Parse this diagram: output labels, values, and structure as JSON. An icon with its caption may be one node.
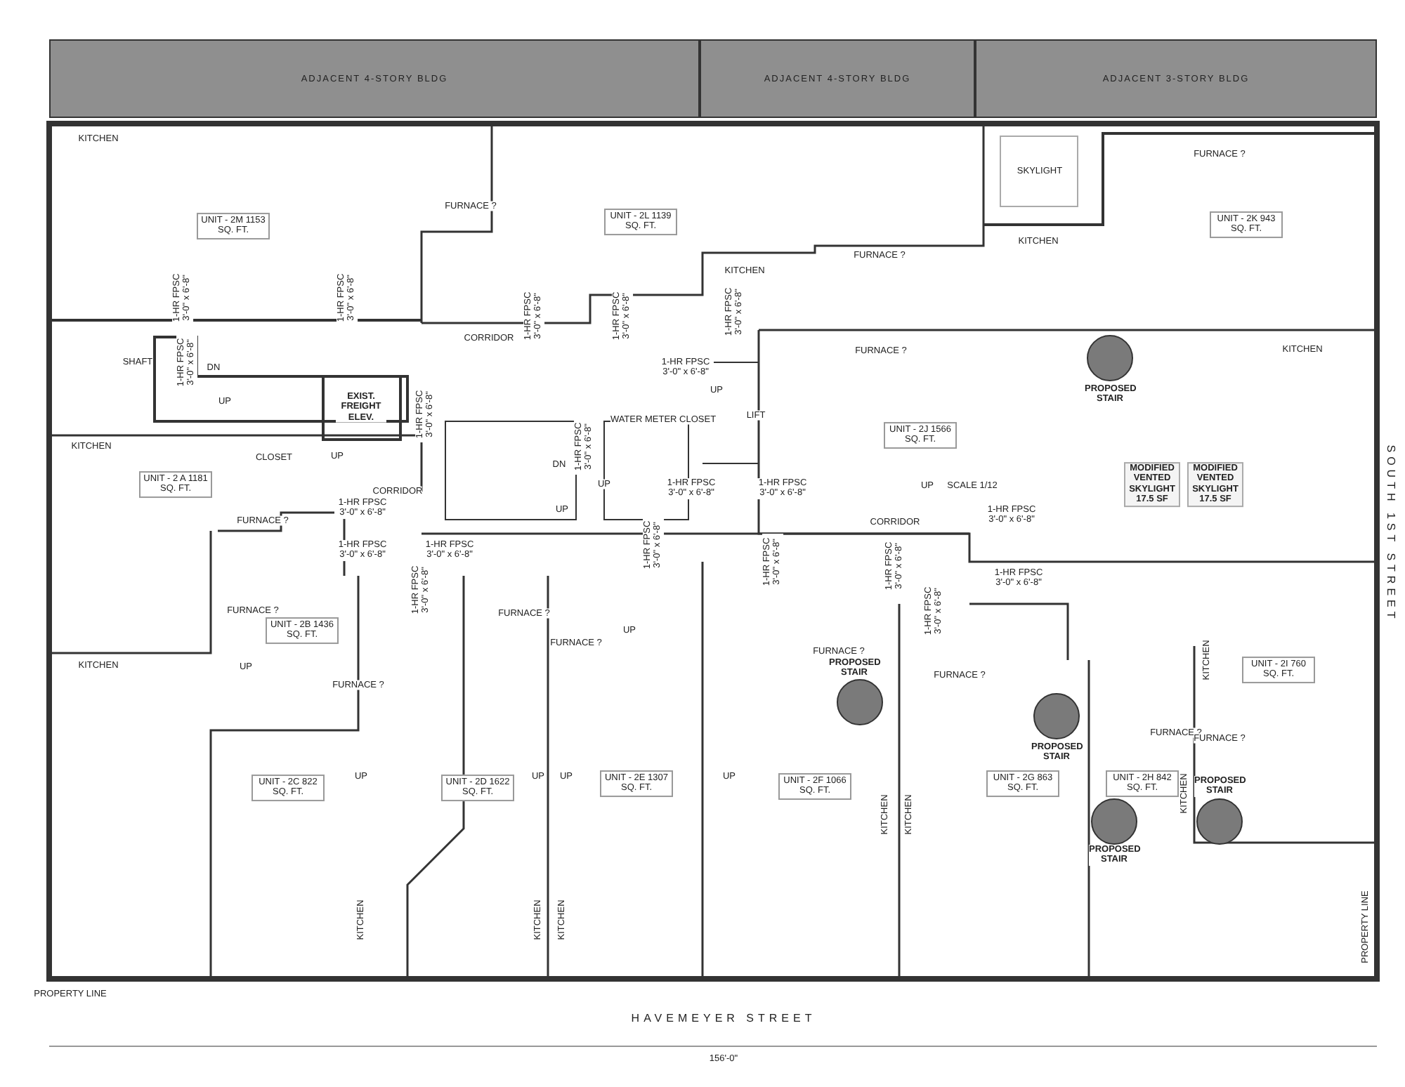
{
  "diagram": {
    "nodes": [
      {
        "text": [
          "ADJACENT 4-STORY BLDG"
        ]
      },
      {
        "text": [
          "ADJACENT 4-STORY BLDG"
        ]
      },
      {
        "text": [
          "ADJACENT 3-STORY BLDG"
        ]
      }
    ],
    "labels": [
      "KITCHEN",
      "FURNACE ?",
      "UNIT - 2M 1153 SQ. FT.",
      "UNIT - 2L 1139 SQ. FT.",
      "SKYLIGHT",
      "FURNACE ?",
      "UNIT - 2K 943 SQ. FT.",
      "KITCHEN",
      "FURNACE ?",
      "KITCHEN",
      "1-HR FPSC 3'-0\" x 6'-8\"",
      "1-HR FPSC 3'-0\" x 6'-8\"",
      "1-HR FPSC 3'-0\" x 6'-8\"",
      "1-HR FPSC 3'-0\" x 6'-8\"",
      "1-HR FPSC 3'-0\" x 6'-8\"",
      "FURNACE ?",
      "KITCHEN",
      "CORRIDOR",
      "SHAFT",
      "1-HR FPSC 3'-0\" x 6'-8\"",
      "DN",
      "1-HR FPSC 3'-0\" x 6'-8\"",
      "PROPOSED STAIR",
      "UP",
      "UP",
      "EXIST. FREIGHT ELEV.",
      "1-HR FPSC 3'-0\" x 6'-8\"",
      "LIFT",
      "WATER METER CLOSET",
      "UNIT - 2J 1566 SQ. FT.",
      "1-HR FPSC 3'-0\" x 6'-8\"",
      "KITCHEN",
      "CLOSET",
      "UP",
      "DN",
      "UNIT - 2 A 1181 SQ. FT.",
      "MODIFIED VENTED SKYLIGHT 17.5 SF",
      "MODIFIED VENTED SKYLIGHT 17.5 SF",
      "1-HR FPSC 3'-0\" x 6'-8\"",
      "1-HR FPSC 3'-0\" x 6'-8\"",
      "UP",
      "UP",
      "SCALE 1/12",
      "CORRIDOR",
      "FURNACE ?",
      "1-HR FPSC 3'-0\" x 6'-8\"",
      "UP",
      "CORRIDOR",
      "1-HR FPSC 3'-0\" x 6'-8\"",
      "1-HR FPSC 3'-0\" x 6'-8\"",
      "1-HR FPSC 3'-0\" x 6'-8\"",
      "1-HR FPSC 3'-0\" x 6'-8\"",
      "1-HR FPSC 3'-0\" x 6'-8\"",
      "1-HR FPSC 3'-0\" x 6'-8\"",
      "1-HR FPSC 3'-0\" x 6'-8\"",
      "1-HR FPSC 3'-0\" x 6'-8\"",
      "1-HR FPSC 3'-0\" x 6'-8\"",
      "FURNACE ?",
      "FURNACE ?",
      "UNIT - 2B 1436 SQ. FT.",
      "UP",
      "FURNACE ?",
      "FURNACE ?",
      "KITCHEN",
      "KITCHEN",
      "UP",
      "UNIT - 2I 760 SQ. FT.",
      "FURNACE ?",
      "PROPOSED STAIR",
      "FURNACE ?",
      "FURNACE ?",
      "FURNACE ?",
      "PROPOSED STAIR",
      "UP",
      "UP",
      "UP",
      "UP",
      "UNIT - 2C 822 SQ. FT.",
      "UNIT - 2D 1622 SQ. FT.",
      "UNIT - 2E 1307 SQ. FT.",
      "UNIT - 2F 1066 SQ. FT.",
      "UNIT - 2G 863 SQ. FT.",
      "UNIT - 2H 842 SQ. FT.",
      "PROPOSED STAIR",
      "KITCHEN",
      "KITCHEN",
      "KITCHEN",
      "PROPOSED STAIR",
      "KITCHEN",
      "KITCHEN",
      "KITCHEN",
      "SOUTH 1ST STREET",
      "PROPERTY LINE",
      "PROPERTY LINE",
      "HAVEMEYER STREET",
      "156'-0\""
    ]
  }
}
